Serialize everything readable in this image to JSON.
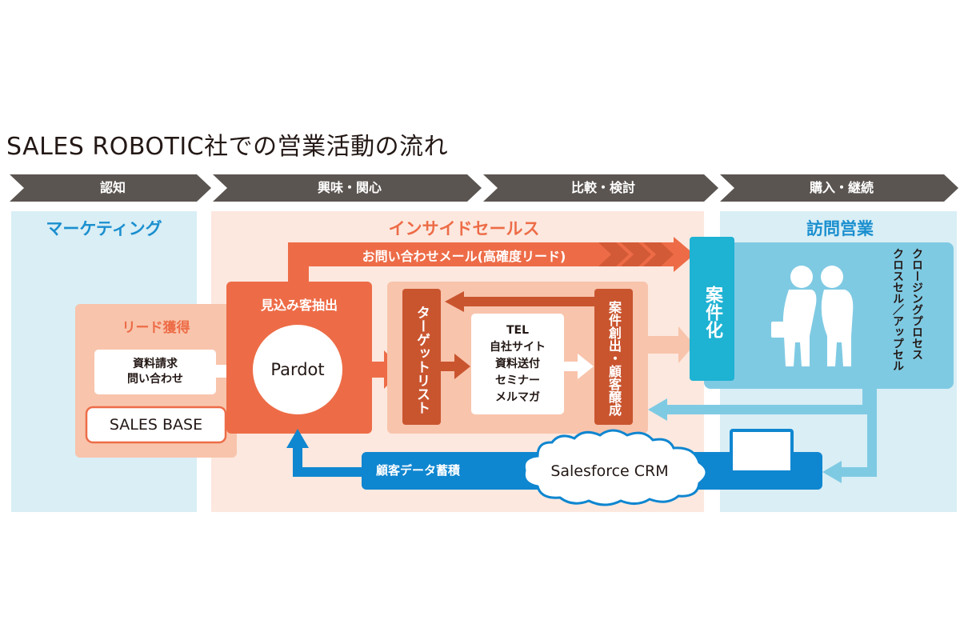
{
  "title": "SALES ROBOTIC社での営業活動の流れ",
  "stages": [
    "認知",
    "興味・関心",
    "比較・検討",
    "購入・継続"
  ],
  "columns": {
    "marketing": "マーケティング",
    "inside_sales": "インサイドセールス",
    "field_sales": "訪問営業"
  },
  "lead": {
    "title": "リード獲得",
    "sources": "資料請求\n問い合わせ",
    "tool": "SALES BASE"
  },
  "prospect": {
    "title": "見込み客抽出",
    "tool": "Pardot"
  },
  "inquiry_arrow": "お問い合わせメール(高確度リード)",
  "target_list": "ターゲットリスト",
  "channels": "TEL\n自社サイト\n資料送付\nセミナー\nメルマガ",
  "nurture": "案件創出・顧客醸成",
  "deal": "案件化",
  "closing": "クロージングプロセス\nクロスセル／アップセル",
  "crm": {
    "label": "顧客データ蓄積",
    "tool": "Salesforce CRM"
  },
  "colors": {
    "stage_bar": "#5b5551",
    "marketing_bg": "#d9eef5",
    "inside_bg": "#fce8df",
    "field_bg": "#d9eef5",
    "orange": "#ed6c47",
    "dark_orange": "#c9552f",
    "peach": "#f8c4ac",
    "blue": "#0f86d0",
    "cyan": "#1eb2d3",
    "light_blue": "#7fcae3"
  }
}
